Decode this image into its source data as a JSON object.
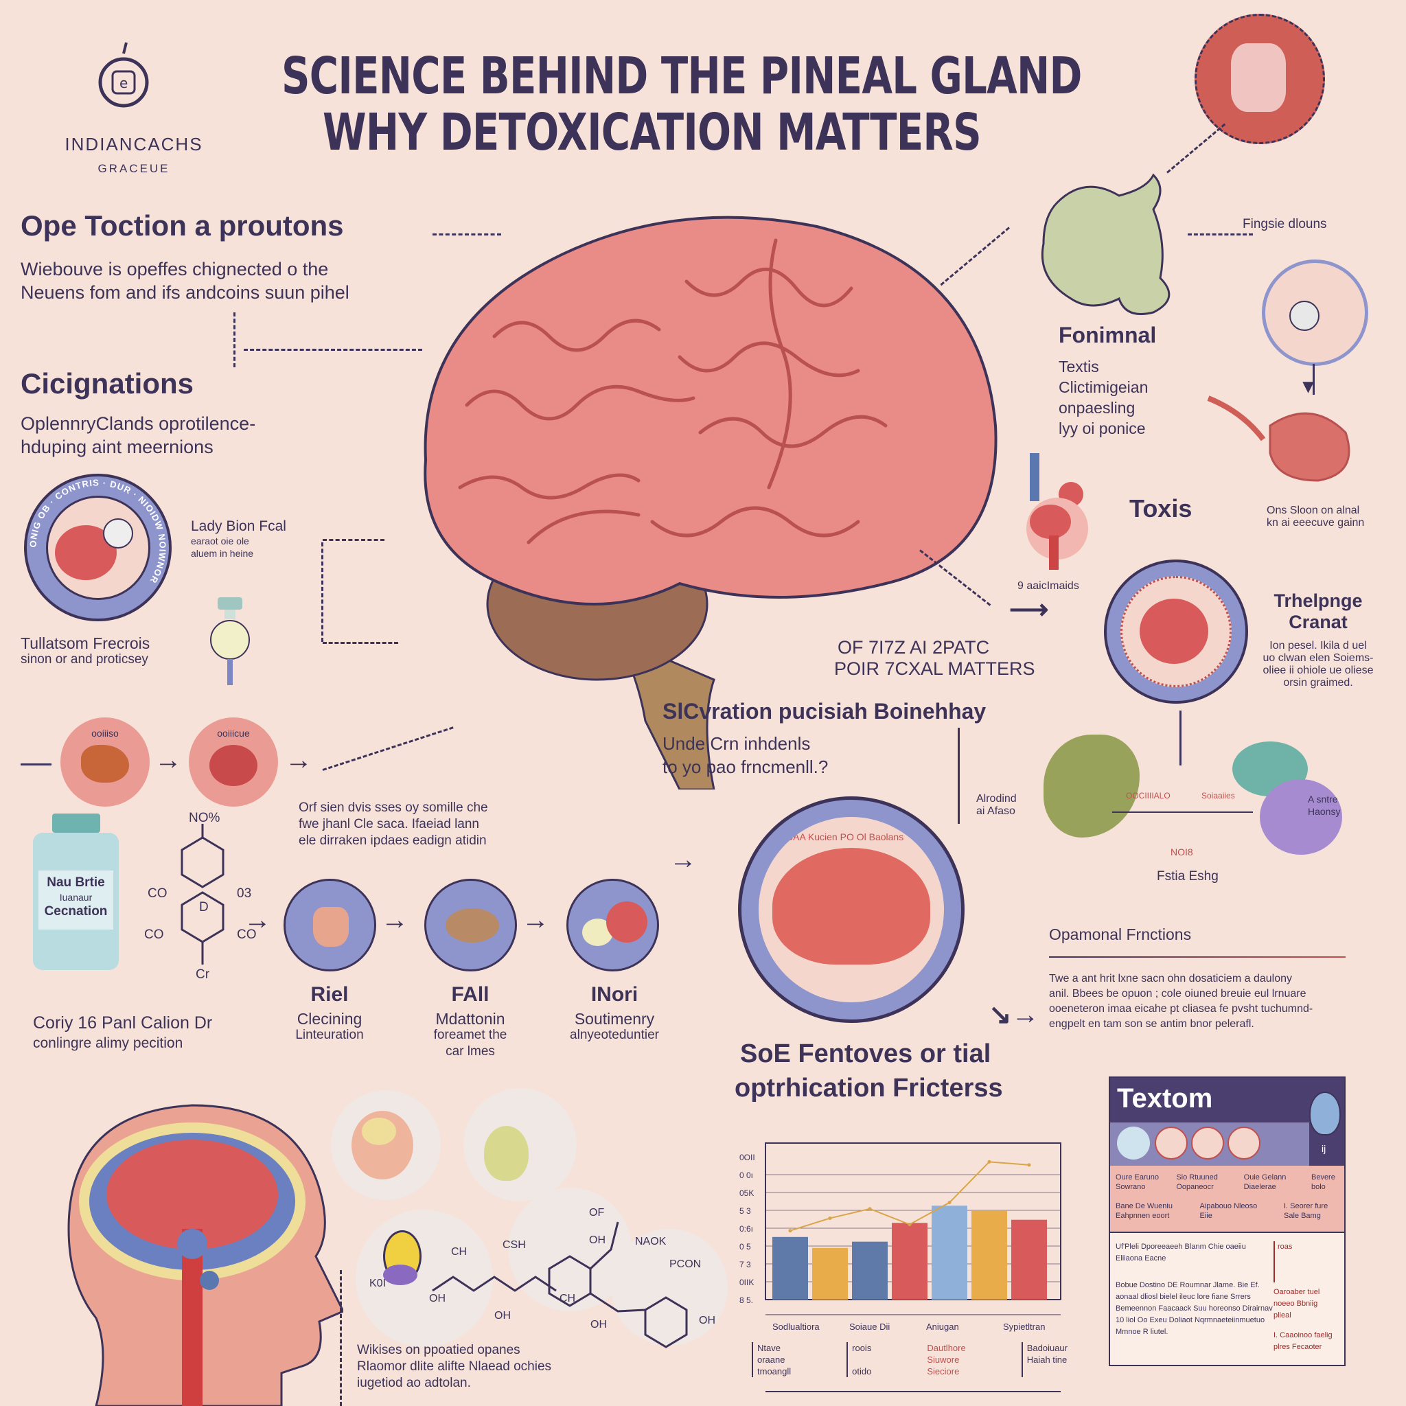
{
  "logo": {
    "name": "INDIANCACHS",
    "sub": "GRACEUE"
  },
  "title": {
    "line1": "SCIENCE BEHIND THE PINEAL GLAND",
    "line2": "WHY DETOXICATION MATTERS"
  },
  "left": {
    "section1": {
      "heading": "Ope Toction  a proutons",
      "lines": [
        "Wiebouve is opeffes chignected o the",
        "Neuens fom and ifs andcoins suun pihel"
      ]
    },
    "section2": {
      "heading": "Cicignations",
      "lines": [
        "OplennryClands oprotilence-",
        "hduping aint meernions"
      ]
    },
    "badge": {
      "ring_text": "ONIG OB · CONTRIS · DUR · NIOIDW NOIWNOR",
      "label": "Lady Bion Fcal",
      "lines": [
        "earaot oie ole",
        "aluem in heine"
      ]
    },
    "flask_caption": {
      "heading": "Tullatsom Frecrois",
      "line": "sinon or and proticsey"
    },
    "row_circles": [
      "ooiiiso",
      "ooiiicue"
    ],
    "bottle": {
      "line1": "Nau Brtie",
      "line2": "Iuanaur",
      "line3": "Cecnation"
    },
    "chem": {
      "top": "NO%",
      "l1": "CO",
      "r1": "03",
      "l2": "CO",
      "r2": "CO",
      "bottom": "Cr",
      "mid": "D"
    },
    "bottom_caption": {
      "heading": "Coriy 16 Panl Calion Dr",
      "line": "conlingre alimy pecition"
    }
  },
  "process": {
    "note": [
      "Orf sien dvis sses oy somille che",
      "fwe jhanl Cle saca. Ifaeiad lann",
      "ele dirraken ipdaes eadign atidin"
    ],
    "steps": [
      {
        "title": "Riel",
        "lines": [
          "Clecining",
          "Linteuration"
        ]
      },
      {
        "title": "FAll",
        "lines": [
          "Mdattonin",
          "foreamet the",
          "car lmes"
        ]
      },
      {
        "title": "INori",
        "lines": [
          "Soutimenry",
          "alnyeoteduntier"
        ]
      }
    ]
  },
  "center": {
    "matters": [
      "OF 7I7Z AI 2PATC",
      "POIR 7CXAL MATTERS"
    ],
    "heading": "SlCvration pucisiah Boinehhay",
    "sub": [
      "Unde Crn inhdenls",
      "to yo pao frncmenll.?"
    ],
    "circle_text": "CAA  Kucien  PO   Ol   Baolans",
    "factors": [
      "SoE Fentoves or tial",
      "optrhication Fricterss"
    ],
    "side_label": [
      "Alrodind",
      "ai Afaso"
    ]
  },
  "right": {
    "fingsie": "Fingsie dlouns",
    "fonimnal": {
      "heading": "Fonimnal",
      "lines": [
        "Textis",
        "Clictimigeian",
        "onpaesling",
        "lyy oi ponice"
      ]
    },
    "toxis": "Toxis",
    "toxis_note": [
      "Ons Sloon on alnal",
      "kn ai eeecuve gainn"
    ],
    "small_label": "9 aaicImaids",
    "trhelpnge": {
      "heading": [
        "Trhelpnge",
        "Cranat"
      ],
      "lines": [
        "Ion pesel. Ikila d uel",
        "uo clwan elen Soiems-",
        "oliee ii ohiole ue oliese",
        "orsin graimed."
      ]
    },
    "blobs": {
      "labels": [
        "OOCIIIIALO",
        "Soiaaiies"
      ],
      "red": "NOI8",
      "bottom": "Fstia Eshg",
      "side": [
        "A sntre",
        "Haonsy"
      ]
    },
    "opamonal": {
      "heading": "Opamonal Frnctions",
      "lines": [
        "Twe a ant hrit lxne sacn ohn dosaticiem a daulony",
        "anil. Bbees be opuon ; cole oiuned breuie eul lrnuare",
        "ooeneteron imaa eicahe pt cliasea fe pvsht tuchumnd-",
        "engpelt en tam son se antim bnor pelerafl."
      ]
    }
  },
  "textom": {
    "title": "Textom",
    "tag": "ij",
    "row1": [
      "Oure Earuno Sowrano",
      "Sio Rtuuned Oopaneocr",
      "Ouie Gelann Diaelerae",
      "Bevere bolo"
    ],
    "row2": [
      "Bane De Wueniu Eahpnnen eoort",
      "Aipabouo Nleoso Eiie",
      "I. Seorer fure Sale Bamg"
    ],
    "bullets": [
      "Uf'Pleli Dporeeaeeh Blanm Chie oaeiiu Eliiaona Eacne",
      "Bobue Dostino DE Roumnar Jlame. Bie Ef. aonaal dliosl bielel ileuc lore fiane Srrers Bemeennon Faacaack Suu horeonso Dirairnav 10 liol Oo Exeu Doliaot Nqrmnaeteiinmuetuo Mmnoe R liutel."
    ],
    "side": [
      "roas",
      "Oaroaber tuel noeeo Bbniig plieal",
      "I. Caaoinoo faelig plres Fecaoter"
    ]
  },
  "chart_data": {
    "type": "bar",
    "title": "",
    "ytick_labels": [
      "0OII",
      "0 0ı",
      "05K",
      "5 3",
      "0:6ı",
      "0 5",
      "7 3",
      "0IIK",
      "8 5."
    ],
    "categories": [
      "Sodlualtiora",
      "Soiaue Dii",
      "Aniugan",
      "Sypietltran"
    ],
    "bar_values": [
      40,
      33,
      37,
      49,
      60,
      57,
      51
    ],
    "bar_colors": [
      "#5f7aa8",
      "#e8ad4a",
      "#5f7aa8",
      "#d85a5a",
      "#8fb0d8",
      "#e8ad4a",
      "#d85a5a"
    ],
    "line_values": [
      44,
      52,
      58,
      48,
      62,
      88,
      86
    ],
    "line_color": "#d9a548",
    "ylim": [
      0,
      100
    ],
    "grid": true,
    "legend": [
      [
        "Ntave",
        "oraane",
        "tmoangll"
      ],
      [
        "roois",
        "otido"
      ],
      [
        "Dautlhore",
        "Siuwore",
        "Sieciore"
      ],
      [
        "Badoiuaur",
        "Haiah tine"
      ]
    ],
    "legend_colors": [
      "#3d3358",
      "#3d3358",
      "#c0504d",
      "#3d3358"
    ]
  },
  "footer": {
    "lines": [
      "Wikises on ppoatied opanes",
      "Rlaomor dlite alifte Nlaead ochies",
      "iugetiod ao adtolan."
    ]
  },
  "molecule": {
    "labels": [
      "OF",
      "CSH",
      "CH",
      "OH",
      "NAOK",
      "PCON",
      "K0I",
      "OH",
      "OH",
      "CH",
      "OH",
      "OH"
    ]
  },
  "colors": {
    "background": "#f7e2da",
    "ink": "#3d3358",
    "brain": "#e98b86",
    "accent_blue": "#7e86c4",
    "panel_purple": "#4a3f6e"
  }
}
